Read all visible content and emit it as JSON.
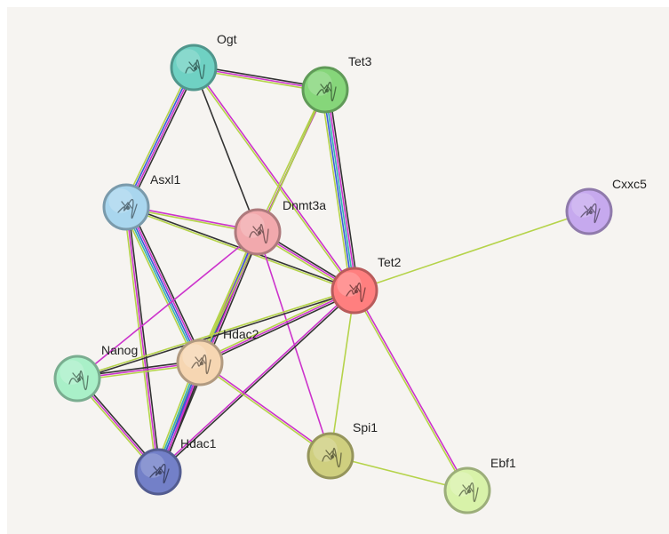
{
  "network": {
    "nodes": [
      {
        "id": "Ogt",
        "label": "Ogt",
        "color": "#6fd1c3"
      },
      {
        "id": "Tet3",
        "label": "Tet3",
        "color": "#86d67a"
      },
      {
        "id": "Asxl1",
        "label": "Asxl1",
        "color": "#a9d6ee"
      },
      {
        "id": "Dnmt3a",
        "label": "Dnmt3a",
        "color": "#f2a9ad"
      },
      {
        "id": "Tet2",
        "label": "Tet2",
        "color": "#ff7f7f"
      },
      {
        "id": "Cxxc5",
        "label": "Cxxc5",
        "color": "#c6a9ee"
      },
      {
        "id": "Nanog",
        "label": "Nanog",
        "color": "#a9f0c8"
      },
      {
        "id": "Hdac2",
        "label": "Hdac2",
        "color": "#f6d6b2"
      },
      {
        "id": "Hdac1",
        "label": "Hdac1",
        "color": "#7380c8"
      },
      {
        "id": "Spi1",
        "label": "Spi1",
        "color": "#cfcf7f"
      },
      {
        "id": "Ebf1",
        "label": "Ebf1",
        "color": "#d8f2a9"
      }
    ],
    "edges": [
      {
        "source": "Ogt",
        "target": "Tet3",
        "colors": [
          "#333333",
          "#cc33cc",
          "#b5d34a"
        ]
      },
      {
        "source": "Ogt",
        "target": "Asxl1",
        "colors": [
          "#333333",
          "#cc33cc",
          "#3a5bd9",
          "#b5d34a"
        ]
      },
      {
        "source": "Ogt",
        "target": "Tet2",
        "colors": [
          "#cc33cc",
          "#b5d34a"
        ]
      },
      {
        "source": "Ogt",
        "target": "Dnmt3a",
        "colors": [
          "#333333"
        ]
      },
      {
        "source": "Tet3",
        "target": "Dnmt3a",
        "colors": [
          "#cc33cc",
          "#b5d34a"
        ]
      },
      {
        "source": "Tet3",
        "target": "Tet2",
        "colors": [
          "#333333",
          "#cc33cc",
          "#35b3b3",
          "#3a5bd9",
          "#b5d34a"
        ]
      },
      {
        "source": "Tet3",
        "target": "Hdac2",
        "colors": [
          "#333333"
        ]
      },
      {
        "source": "Asxl1",
        "target": "Dnmt3a",
        "colors": [
          "#cc33cc",
          "#b5d34a"
        ]
      },
      {
        "source": "Asxl1",
        "target": "Tet2",
        "colors": [
          "#333333",
          "#b5d34a"
        ]
      },
      {
        "source": "Asxl1",
        "target": "Hdac2",
        "colors": [
          "#333333",
          "#cc33cc",
          "#3a5bd9",
          "#35b3b3",
          "#b5d34a"
        ]
      },
      {
        "source": "Asxl1",
        "target": "Hdac1",
        "colors": [
          "#333333",
          "#cc33cc",
          "#b5d34a"
        ]
      },
      {
        "source": "Dnmt3a",
        "target": "Tet2",
        "colors": [
          "#333333",
          "#cc33cc",
          "#b5d34a"
        ]
      },
      {
        "source": "Dnmt3a",
        "target": "Hdac2",
        "colors": [
          "#333333",
          "#cc33cc",
          "#b5d34a"
        ]
      },
      {
        "source": "Dnmt3a",
        "target": "Hdac1",
        "colors": [
          "#333333",
          "#cc33cc",
          "#3a5bd9",
          "#b5d34a"
        ]
      },
      {
        "source": "Dnmt3a",
        "target": "Nanog",
        "colors": [
          "#cc33cc"
        ]
      },
      {
        "source": "Dnmt3a",
        "target": "Spi1",
        "colors": [
          "#cc33cc"
        ]
      },
      {
        "source": "Tet2",
        "target": "Cxxc5",
        "colors": [
          "#b5d34a"
        ]
      },
      {
        "source": "Tet2",
        "target": "Hdac2",
        "colors": [
          "#333333",
          "#cc33cc",
          "#b5d34a"
        ]
      },
      {
        "source": "Tet2",
        "target": "Hdac1",
        "colors": [
          "#333333",
          "#cc33cc"
        ]
      },
      {
        "source": "Tet2",
        "target": "Nanog",
        "colors": [
          "#333333",
          "#b5d34a"
        ]
      },
      {
        "source": "Tet2",
        "target": "Spi1",
        "colors": [
          "#b5d34a"
        ]
      },
      {
        "source": "Tet2",
        "target": "Ebf1",
        "colors": [
          "#cc33cc",
          "#b5d34a"
        ]
      },
      {
        "source": "Nanog",
        "target": "Hdac2",
        "colors": [
          "#333333",
          "#cc33cc",
          "#b5d34a"
        ]
      },
      {
        "source": "Nanog",
        "target": "Hdac1",
        "colors": [
          "#333333",
          "#cc33cc",
          "#b5d34a"
        ]
      },
      {
        "source": "Hdac2",
        "target": "Hdac1",
        "colors": [
          "#333333",
          "#cc33cc",
          "#3a5bd9",
          "#35b3b3",
          "#b5d34a"
        ]
      },
      {
        "source": "Hdac2",
        "target": "Spi1",
        "colors": [
          "#cc33cc",
          "#b5d34a"
        ]
      },
      {
        "source": "Spi1",
        "target": "Ebf1",
        "colors": [
          "#b5d34a"
        ]
      },
      {
        "source": "Hdac2",
        "target": "Tet3",
        "colors": [
          "#b5d34a"
        ]
      }
    ]
  }
}
